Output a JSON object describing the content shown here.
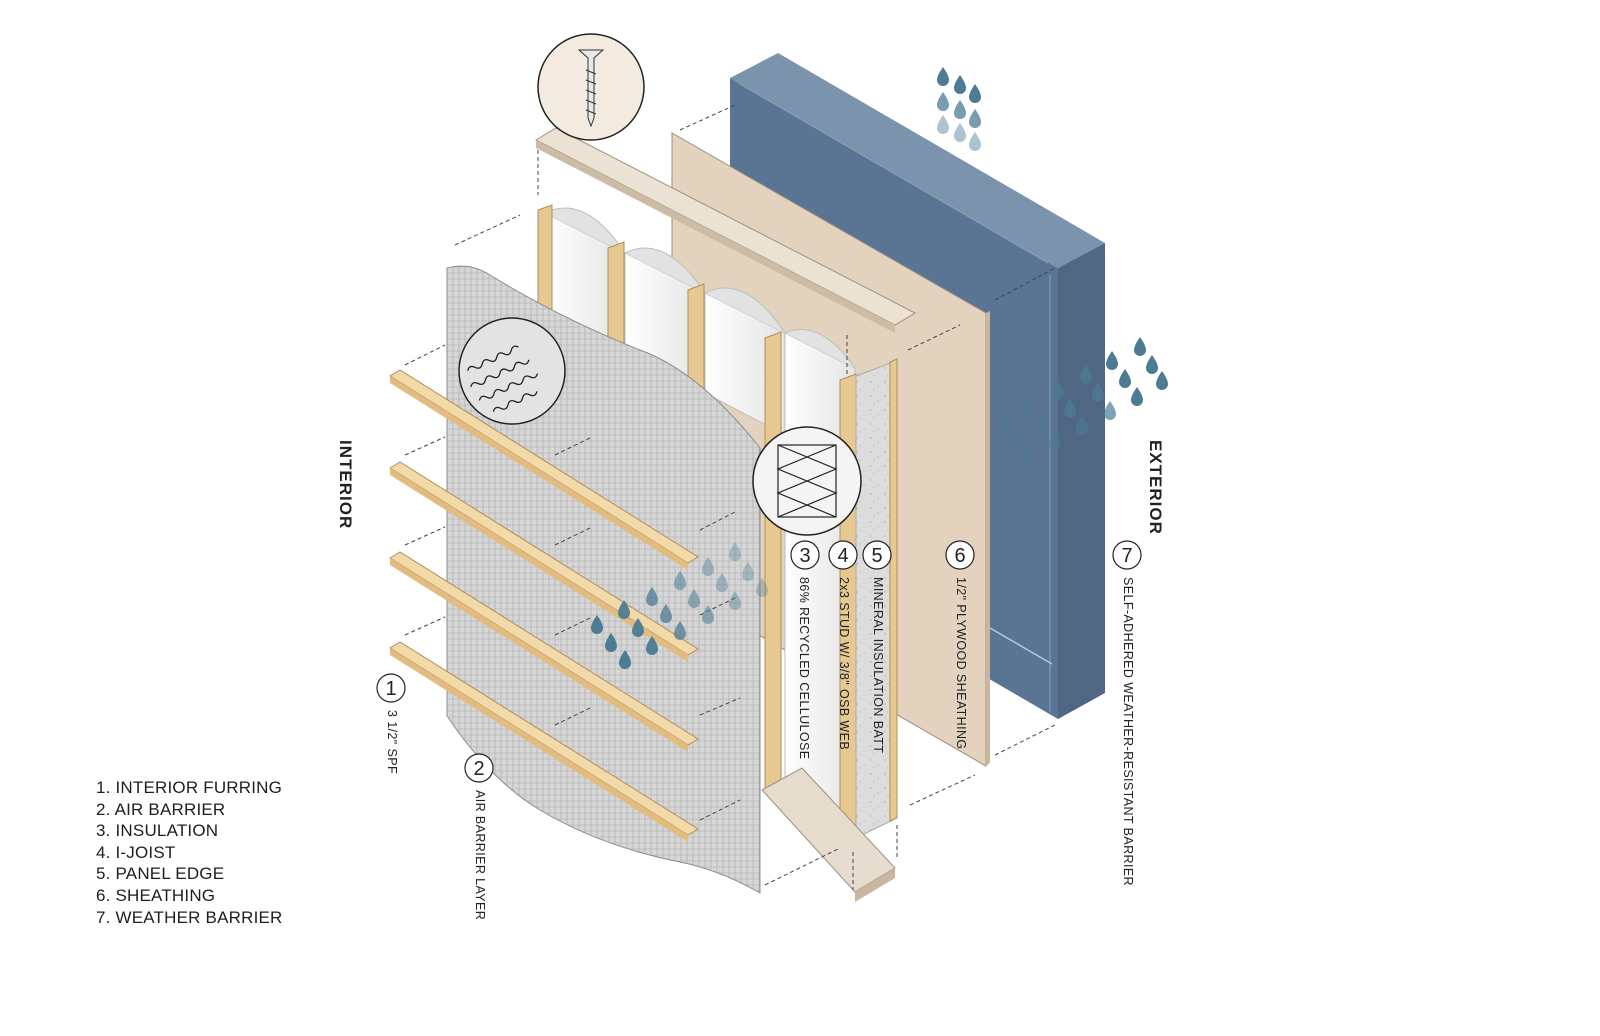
{
  "sides": {
    "interior": "INTERIOR",
    "exterior": "EXTERIOR"
  },
  "components": [
    {
      "num": "1",
      "detail": "3 1/2\" SPF"
    },
    {
      "num": "2",
      "detail": "AIR BARRIER LAYER"
    },
    {
      "num": "3",
      "detail": "86% RECYCLED CELLULOSE"
    },
    {
      "num": "4",
      "detail": "2x3 STUD W/ 3/8\" OSB WEB"
    },
    {
      "num": "5",
      "detail": "MINERAL INSULATION BATT"
    },
    {
      "num": "6",
      "detail": "1/2\" PLYWOOD SHEATHING"
    },
    {
      "num": "7",
      "detail": "SELF-ADHERED WEATHER-RESISTANT BARRIER"
    }
  ],
  "legend": [
    "1. INTERIOR FURRING",
    "2. AIR BARRIER",
    "3. INSULATION",
    "4. I-JOIST",
    "5. PANEL EDGE",
    "6. SHEATHING",
    "7. WEATHER BARRIER"
  ],
  "colors": {
    "weather_barrier": "#5a7493",
    "plywood": "#e3d3be",
    "wood": "#e8c891",
    "insulation": "#f2f2f2",
    "air_barrier": "#cfcfcf",
    "water_drop": "#4c7b93"
  },
  "icons": [
    "screw-detail-icon",
    "air-barrier-weave-detail-icon",
    "insulation-batt-detail-icon",
    "water-drop-icon"
  ]
}
